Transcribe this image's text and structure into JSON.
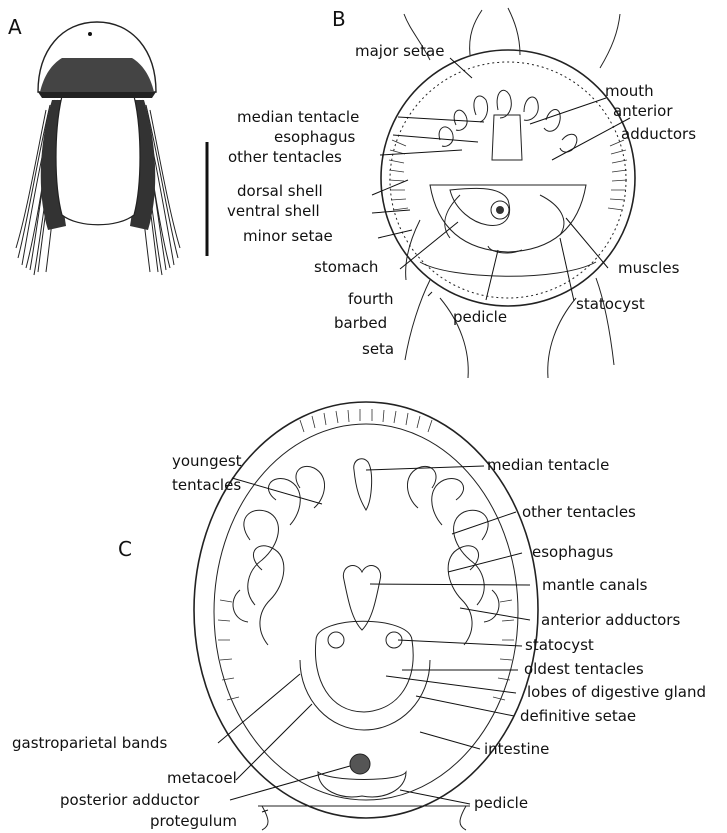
{
  "panels": {
    "a": {
      "letter": "A"
    },
    "b": {
      "letter": "B",
      "labels": {
        "major_setae": "major setae",
        "median_tentacle": "median tentacle",
        "esophagus": "esophagus",
        "other_tentacles": "other tentacles",
        "dorsal_shell": "dorsal shell",
        "ventral_shell": "ventral shell",
        "minor_setae": "minor setae",
        "stomach": "stomach",
        "fourth_1": "fourth",
        "fourth_2": "barbed",
        "fourth_3": "seta",
        "pedicle": "pedicle",
        "statocyst": "statocyst",
        "muscles": "muscles",
        "mouth": "mouth",
        "anterior_1": "anterior",
        "anterior_2": "adductors"
      }
    },
    "c": {
      "letter": "C",
      "labels": {
        "youngest_1": "youngest",
        "youngest_2": "tentacles",
        "median_tentacle": "median tentacle",
        "other_tentacles": "other tentacles",
        "esophagus": "esophagus",
        "mantle_canals": "mantle canals",
        "anterior_adductors": "anterior adductors",
        "statocyst": "statocyst",
        "oldest_tentacles": "oldest tentacles",
        "lobes_digestive": "lobes of digestive gland",
        "definitive_setae": "definitive setae",
        "gastroparietal": "gastroparietal bands",
        "intestine": "intestine",
        "metacoel": "metacoel",
        "posterior_adductor": "posterior adductor",
        "pedicle": "pedicle",
        "protegulum": "protegulum"
      }
    }
  }
}
